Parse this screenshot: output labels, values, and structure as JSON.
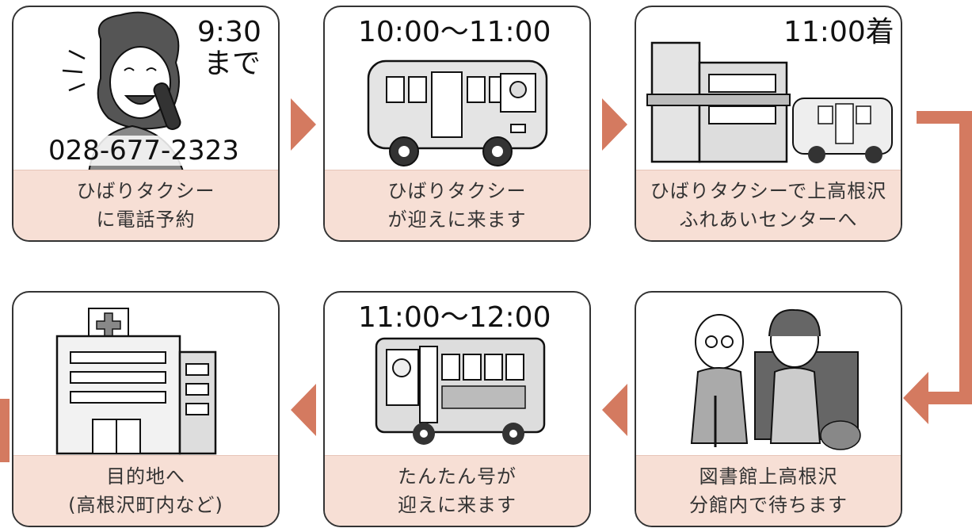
{
  "steps": [
    {
      "time": "9:30",
      "time_line2": "まで",
      "phone": "028-677-2323",
      "caption_line1": "ひばりタクシー",
      "caption_line2": "に電話予約"
    },
    {
      "time": "10:00～11:00",
      "caption_line1": "ひばりタクシー",
      "caption_line2": "が迎えに来ます"
    },
    {
      "time": "11:00着",
      "caption_line1": "ひばりタクシーで上高根沢",
      "caption_line2": "ふれあいセンターへ"
    },
    {
      "caption_line1": "図書館上高根沢",
      "caption_line2": "分館内で待ちます"
    },
    {
      "time": "11:00～12:00",
      "caption_line1": "たんたん号が",
      "caption_line2": "迎えに来ます"
    },
    {
      "caption_line1": "目的地へ",
      "caption_line2": "(高根沢町内など)"
    }
  ],
  "colors": {
    "arrow": "#d47a60",
    "caption_bg": "#f7dfd5",
    "border": "#333333"
  }
}
